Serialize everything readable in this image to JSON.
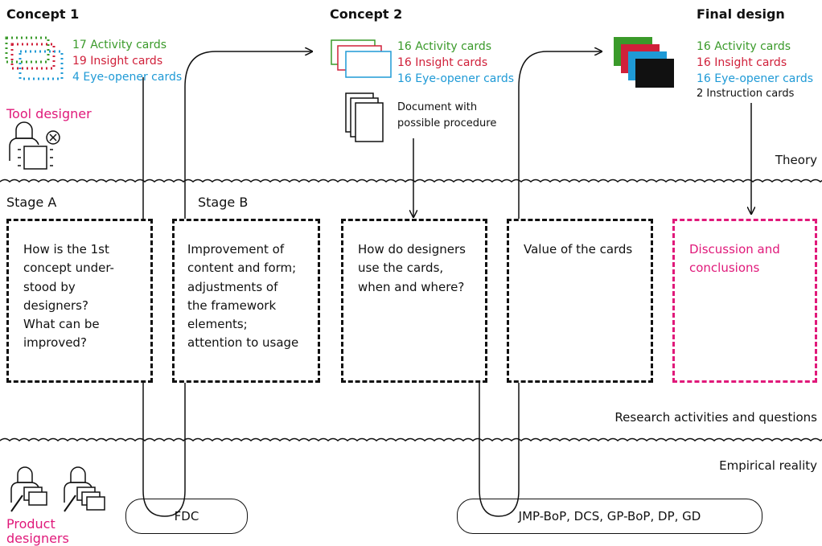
{
  "concept1": {
    "title": "Concept 1",
    "cards": [
      {
        "text": "17 Activity cards",
        "color": "#3a9a2a"
      },
      {
        "text": "19 Insight cards",
        "color": "#d0203a"
      },
      {
        "text": "4  Eye-opener cards",
        "color": "#1f9ad6"
      }
    ]
  },
  "concept2": {
    "title": "Concept 2",
    "cards": [
      {
        "text": "16 Activity cards",
        "color": "#3a9a2a"
      },
      {
        "text": "16 Insight cards",
        "color": "#d0203a"
      },
      {
        "text": "16 Eye-opener cards",
        "color": "#1f9ad6"
      }
    ],
    "document_line1": "Document with",
    "document_line2": "possible procedure"
  },
  "final": {
    "title": "Final design",
    "cards": [
      {
        "text": "16 Activity cards",
        "color": "#3a9a2a"
      },
      {
        "text": "16 Insight cards",
        "color": "#d0203a"
      },
      {
        "text": "16 Eye-opener cards",
        "color": "#1f9ad6"
      },
      {
        "text": "2 Instruction cards",
        "color": "#111111"
      }
    ]
  },
  "roles": {
    "tool_designer": "Tool designer",
    "product_line1": "Product",
    "product_line2": "designers"
  },
  "layers": {
    "theory": "Theory",
    "research": "Research activities and questions",
    "empirical": "Empirical reality"
  },
  "stages": {
    "a": "Stage A",
    "b": "Stage B"
  },
  "boxes": [
    {
      "lines": [
        "How is the 1st",
        "concept under-",
        "stood by",
        "designers?",
        "What can be",
        "improved?"
      ]
    },
    {
      "lines": [
        "Improvement of",
        "content and form;",
        "adjustments of",
        "the framework",
        "elements;",
        "attention to usage"
      ]
    },
    {
      "lines": [
        "How do designers",
        "use the cards,",
        "when and where?"
      ]
    },
    {
      "lines": [
        "Value of the cards"
      ]
    },
    {
      "lines": [
        "Discussion and",
        "conclusions"
      ]
    }
  ],
  "empirical": {
    "fdc": "FDC",
    "studies": "JMP-BoP, DCS, GP-BoP, DP, GD"
  },
  "colors": {
    "activity": "#3a9a2a",
    "insight": "#d0203a",
    "eye_opener": "#1f9ad6",
    "highlight": "#e0197a"
  }
}
